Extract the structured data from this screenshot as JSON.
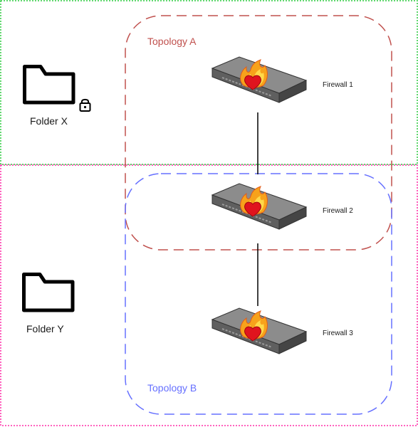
{
  "folders": [
    {
      "label": "Folder X",
      "locked": true,
      "border_color": "#2ecc40",
      "icon": "folder-icon"
    },
    {
      "label": "Folder Y",
      "locked": false,
      "border_color": "#ff2fa8",
      "icon": "folder-icon"
    }
  ],
  "topologies": [
    {
      "label": "Topology A",
      "color": "#c0504d"
    },
    {
      "label": "Topology B",
      "color": "#6670ff"
    }
  ],
  "firewalls": [
    {
      "label": "Firewall 1",
      "icon": "firewall-icon"
    },
    {
      "label": "Firewall 2",
      "icon": "firewall-icon"
    },
    {
      "label": "Firewall 3",
      "icon": "firewall-icon"
    }
  ],
  "links": [
    {
      "from": "Firewall 1",
      "to": "Firewall 2"
    },
    {
      "from": "Firewall 2",
      "to": "Firewall 3"
    }
  ]
}
